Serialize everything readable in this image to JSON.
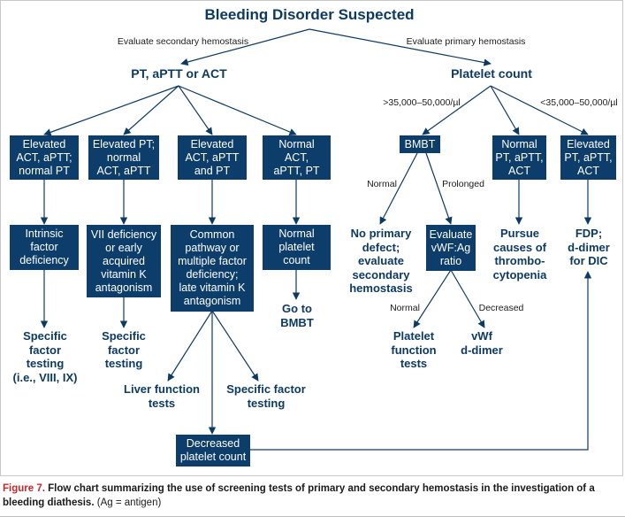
{
  "title": "Bleeding Disorder Suspected",
  "branches": {
    "secondary": "Evaluate secondary hemostasis",
    "primary": "Evaluate primary hemostasis"
  },
  "headers": {
    "secondary": "PT, aPTT or ACT",
    "primary": "Platelet count"
  },
  "thresholds": {
    "high": ">35,000–50,000/µl",
    "low": "<35,000–50,000/µl"
  },
  "boxes": {
    "elevated_act_aptt": "Elevated\nACT, aPTT;\nnormal PT",
    "elevated_pt": "Elevated PT;\nnormal\nACT, aPTT",
    "elevated_all": "Elevated\nACT, aPTT\nand PT",
    "normal_all": "Normal\nACT,\naPTT, PT",
    "intrinsic": "Intrinsic\nfactor\ndeficiency",
    "vii": "VII deficiency\nor early\nacquired\nvitamin K\nantagonism",
    "common": "Common\npathway or\nmultiple factor\ndeficiency;\nlate vitamin K\nantagonism",
    "normal_platelet": "Normal\nplatelet\ncount",
    "decreased_platelet": "Decreased\nplatelet count",
    "bmbt": "BMBT",
    "normal_pt_aptt_act": "Normal\nPT, aPTT,\nACT",
    "elevated_pt_aptt_act": "Elevated\nPT, aPTT,\nACT",
    "evaluate_vwf": "Evaluate\nvWF:Ag\nratio"
  },
  "outcomes": {
    "specific_factor": "Specific\nfactor\ntesting\n(i.e., VIII, IX)",
    "specific_factor_2": "Specific\nfactor\ntesting",
    "liver": "Liver function\ntests",
    "specific_factor_testing": "Specific factor\ntesting",
    "go_bmbt": "Go to\nBMBT",
    "no_primary": "No primary\ndefect;\nevaluate\nsecondary\nhemostasis",
    "pursue": "Pursue\ncauses of\nthrombo-\ncytopenia",
    "fdp": "FDP;\nd-dimer\nfor DIC",
    "platelet_function": "Platelet\nfunction\ntests",
    "vwf_ddimer": "vWf\nd-dimer"
  },
  "edge_labels": {
    "normal_1": "Normal",
    "prolonged": "Prolonged",
    "normal_2": "Normal",
    "decreased": "Decreased"
  },
  "caption": {
    "label": "Figure 7.",
    "text": "Flow chart summarizing the use of screening tests of primary and secondary hemostasis in the investigation of a bleeding diathesis.",
    "note": "(Ag = antigen)"
  },
  "colors": {
    "box_fill": "#0d3d6a",
    "text_blue": "#0d3a63",
    "caption_label": "#c62828"
  }
}
